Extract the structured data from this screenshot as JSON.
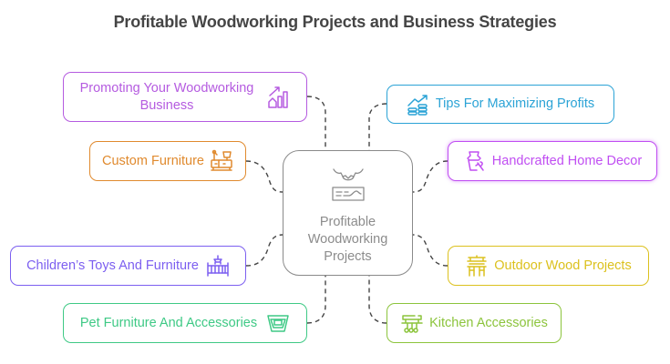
{
  "title": "Profitable Woodworking Projects and Business Strategies",
  "center": {
    "label": "Profitable\nWoodworking\nProjects",
    "icon": "saw-and-wood-plank-icon",
    "color": "#8c8c8c"
  },
  "nodes": [
    {
      "id": "promoting",
      "label": "Promoting Your Woodworking\nBusiness",
      "icon": "growth-chart-house-icon",
      "color": "#b55be0",
      "side": "left"
    },
    {
      "id": "tips",
      "label": "Tips For Maximizing Profits",
      "icon": "coins-growth-icon",
      "color": "#2ba3d6",
      "side": "right"
    },
    {
      "id": "custom-furniture",
      "label": "Custom Furniture",
      "icon": "furniture-set-icon",
      "color": "#e08a2e",
      "side": "left"
    },
    {
      "id": "home-decor",
      "label": "Handcrafted Home Decor",
      "icon": "vase-brush-icon",
      "color": "#c04ef2",
      "side": "right"
    },
    {
      "id": "childrens",
      "label": "Children’s Toys And Furniture",
      "icon": "crib-icon",
      "color": "#7c5ff0",
      "side": "left"
    },
    {
      "id": "outdoor",
      "label": "Outdoor Wood Projects",
      "icon": "pavilion-icon",
      "color": "#dcc11e",
      "side": "right"
    },
    {
      "id": "pet",
      "label": "Pet Furniture And Accessories",
      "icon": "pet-bed-icon",
      "color": "#3ec985",
      "side": "left"
    },
    {
      "id": "kitchen",
      "label": "Kitchen Accessories",
      "icon": "utensil-rack-icon",
      "color": "#8cc43c",
      "side": "right"
    }
  ],
  "connector_color": "#444444"
}
